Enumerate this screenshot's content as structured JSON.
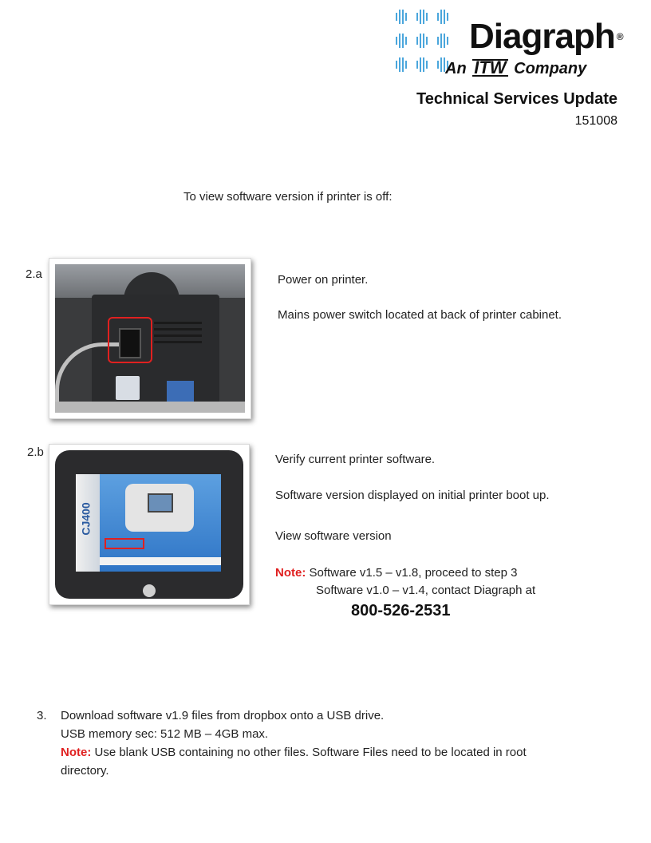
{
  "header": {
    "brand": "Diagraph",
    "brand_mark": "®",
    "tagline_prefix": "An",
    "tagline_itw": "ITW",
    "tagline_suffix": "Company",
    "title": "Technical Services Update",
    "doc_number": "151008"
  },
  "intro": "To view software version if printer is off:",
  "step2a": {
    "label": "2.a",
    "line1": "Power on printer.",
    "line2": "Mains power switch located at back of printer cabinet."
  },
  "step2b": {
    "label": "2.b",
    "line1": "Verify current printer software.",
    "line2": "Software version displayed on initial printer boot up.",
    "line3": "View software version",
    "note_label": "Note:",
    "note1": "Software v1.5 – v1.8, proceed to step 3",
    "note2": "Software v1.0 – v1.4, contact Diagraph at",
    "phone": "800-526-2531",
    "screen_model": "CJ400"
  },
  "step3": {
    "number": "3.",
    "line1": "Download software v1.9 files from dropbox onto a USB drive.",
    "line2": "USB memory sec: 512 MB – 4GB max.",
    "note_label": "Note:",
    "note_text": "Use blank USB containing no other files.  Software Files need to be located in root",
    "note_text2": "directory."
  },
  "colors": {
    "accent_red": "#e02020",
    "logo_blue": "#4aa6dc"
  },
  "icons": [
    "logo-dots-icon"
  ]
}
